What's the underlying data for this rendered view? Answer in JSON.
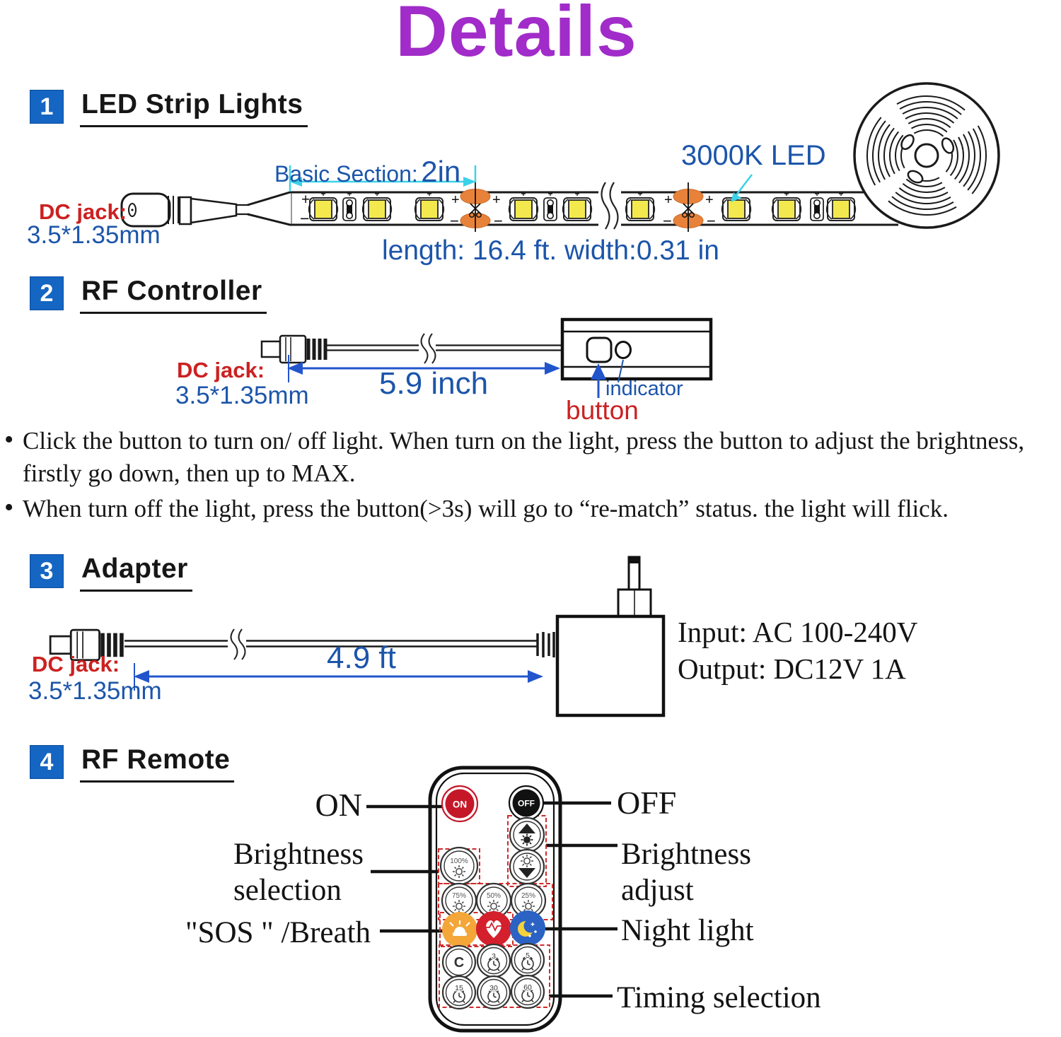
{
  "title": "Details",
  "colors": {
    "title_purple": "#A12CC9",
    "badge_blue": "#1565C2",
    "label_blue": "#1C55AA",
    "label_red": "#CC2121",
    "arrow_blue": "#2255CC",
    "arrow_cyan": "#3AD2E8",
    "pad_orange": "#E8823B",
    "led_yellow": "#F3E94E",
    "remote_on_red": "#C41829",
    "remote_sos_yellow": "#F4A639",
    "remote_breath_red": "#D41F2C",
    "remote_night_blue": "#2B62C3",
    "dashed_red": "#CF2B2B"
  },
  "s1": {
    "num": "1",
    "heading": "LED Strip Lights",
    "dc_jack": "DC jack:",
    "jack_size": "3.5*1.35mm",
    "basic_label": "Basic Section:",
    "basic_value": "2in",
    "led": "3000K LED",
    "dims": "length: 16.4 ft. width:0.31 in",
    "plus": "+",
    "minus": "−"
  },
  "s2": {
    "num": "2",
    "heading": "RF Controller",
    "dc_jack": "DC jack:",
    "jack_size": "3.5*1.35mm",
    "length": "5.9 inch",
    "indicator": "indicator",
    "button": "button"
  },
  "notes": {
    "b1": "Click the button to turn on/ off light.  When turn on the light, press the button to adjust the brightness, firstly go down, then up to  MAX.",
    "b2": "When turn off the light, press the button(>3s) will go to “re-match” status. the light will flick."
  },
  "s3": {
    "num": "3",
    "heading": "Adapter",
    "dc_jack": "DC jack:",
    "jack_size": "3.5*1.35mm",
    "length": "4.9 ft",
    "input": "Input: AC 100-240V",
    "output": "Output: DC12V 1A"
  },
  "s4": {
    "num": "4",
    "heading": "RF Remote",
    "callouts": {
      "on": "ON",
      "off": "OFF",
      "bsel1": "Brightness",
      "bsel2": "selection",
      "badj1": "Brightness",
      "badj2": "adjust",
      "sos": "\"SOS \" /Breath",
      "night": "Night light",
      "timing": "Timing selection"
    },
    "keys": {
      "on": "ON",
      "off": "OFF",
      "p100": "100%",
      "p75": "75%",
      "p50": "50%",
      "p25": "25%",
      "c": "C",
      "t3": "3",
      "t5": "5",
      "t15": "15",
      "t30": "30",
      "t60": "60"
    }
  }
}
